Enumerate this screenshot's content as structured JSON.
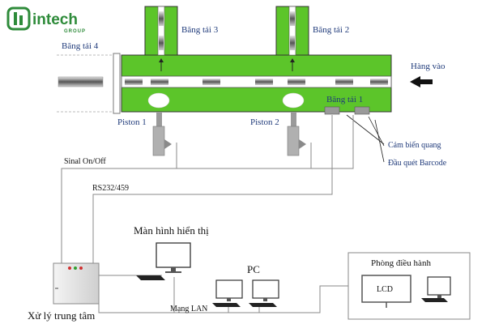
{
  "logo": {
    "brand": "intech",
    "sub": "GROUP",
    "color": "#2e8b3a"
  },
  "conveyors": {
    "main_label": "Băng tải 1",
    "top_left_label": "Băng tải 3",
    "top_right_label": "Băng tải 2",
    "left_label": "Băng tải 4",
    "input_label": "Hàng vào",
    "color": "#5cc52a"
  },
  "pistons": {
    "left": "Piston 1",
    "right": "Piston 2"
  },
  "sensors": {
    "light_sensor": "Cảm biến quang",
    "barcode": "Đầu quét Barcode"
  },
  "signals": {
    "onoff": "Sinal On/Off",
    "serial": "RS232/459"
  },
  "devices": {
    "display": "Màn hình hiển thị",
    "pc": "PC",
    "controller": "Xử lý trung tâm",
    "lan": "Mạng LAN",
    "control_room": "Phòng điều hành",
    "lcd": "LCD"
  }
}
